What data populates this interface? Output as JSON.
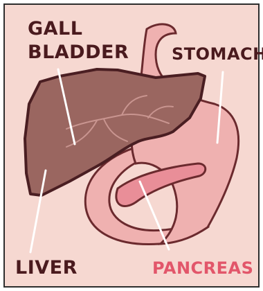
{
  "labels": {
    "gallbladder_line1": "GALL",
    "gallbladder_line2": "BLADDER",
    "stomach": "STOMACH",
    "liver": "LIVER",
    "pancreas": "PANCREAS"
  },
  "colors": {
    "background": "#f6d8d1",
    "border": "#2d2d2d",
    "liver_fill": "#9a6660",
    "liver_stroke": "#4a1e22",
    "organ_outline": "#6b2a2e",
    "stomach_fill": "#efb1b0",
    "pancreas_fill": "#e98e98",
    "dark_label": "#4a1a1e",
    "pancreas_label": "#e2566a",
    "pointer": "#ffffff"
  }
}
